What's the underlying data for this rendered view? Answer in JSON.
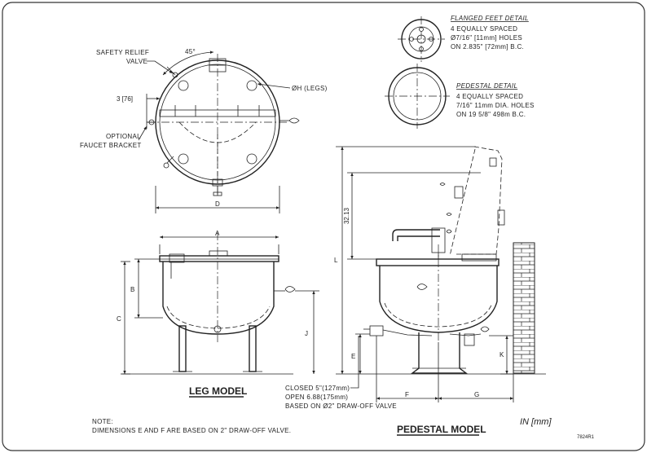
{
  "drawing": {
    "leg_model_title": "LEG MODEL",
    "pedestal_model_title": "PEDESTAL MODEL",
    "units_label": "IN [mm]",
    "drawing_number": "7824R1"
  },
  "callouts": {
    "safety_relief_line1": "SAFETY RELIEF",
    "safety_relief_line2": "VALVE",
    "angle": "45°",
    "three": "3 [76]",
    "legs": "ØH (LEGS)",
    "faucet_line1": "OPTIONAL",
    "faucet_line2": "FAUCET BRACKET"
  },
  "flanged_detail": {
    "title": "FLANGED FEET DETAIL",
    "line1": "4 EQUALLY SPACED",
    "line2": "Ø7/16\" [11mm] HOLES",
    "line3": "ON 2.835\" [72mm] B.C."
  },
  "pedestal_detail": {
    "title": "PEDESTAL DETAIL",
    "line1": "4 EQUALLY SPACED",
    "line2": "7/16\" 11mm DIA. HOLES",
    "line3": "ON 19 5/8\" 498m B.C."
  },
  "dimensions": {
    "A": "A",
    "B": "B",
    "C": "C",
    "D": "D",
    "E": "E",
    "F": "F",
    "G": "G",
    "J": "J",
    "K": "K",
    "L": "L",
    "height": "32.13"
  },
  "valve_notes": {
    "line1": "CLOSED 5\"(127mm)",
    "line2": "OPEN 6.88(175mm)",
    "line3": "BASED ON Ø2\" DRAW-OFF VALVE"
  },
  "note": {
    "line1": "NOTE:",
    "line2": "DIMENSIONS E AND F ARE BASED ON 2\" DRAW-OFF VALVE."
  }
}
